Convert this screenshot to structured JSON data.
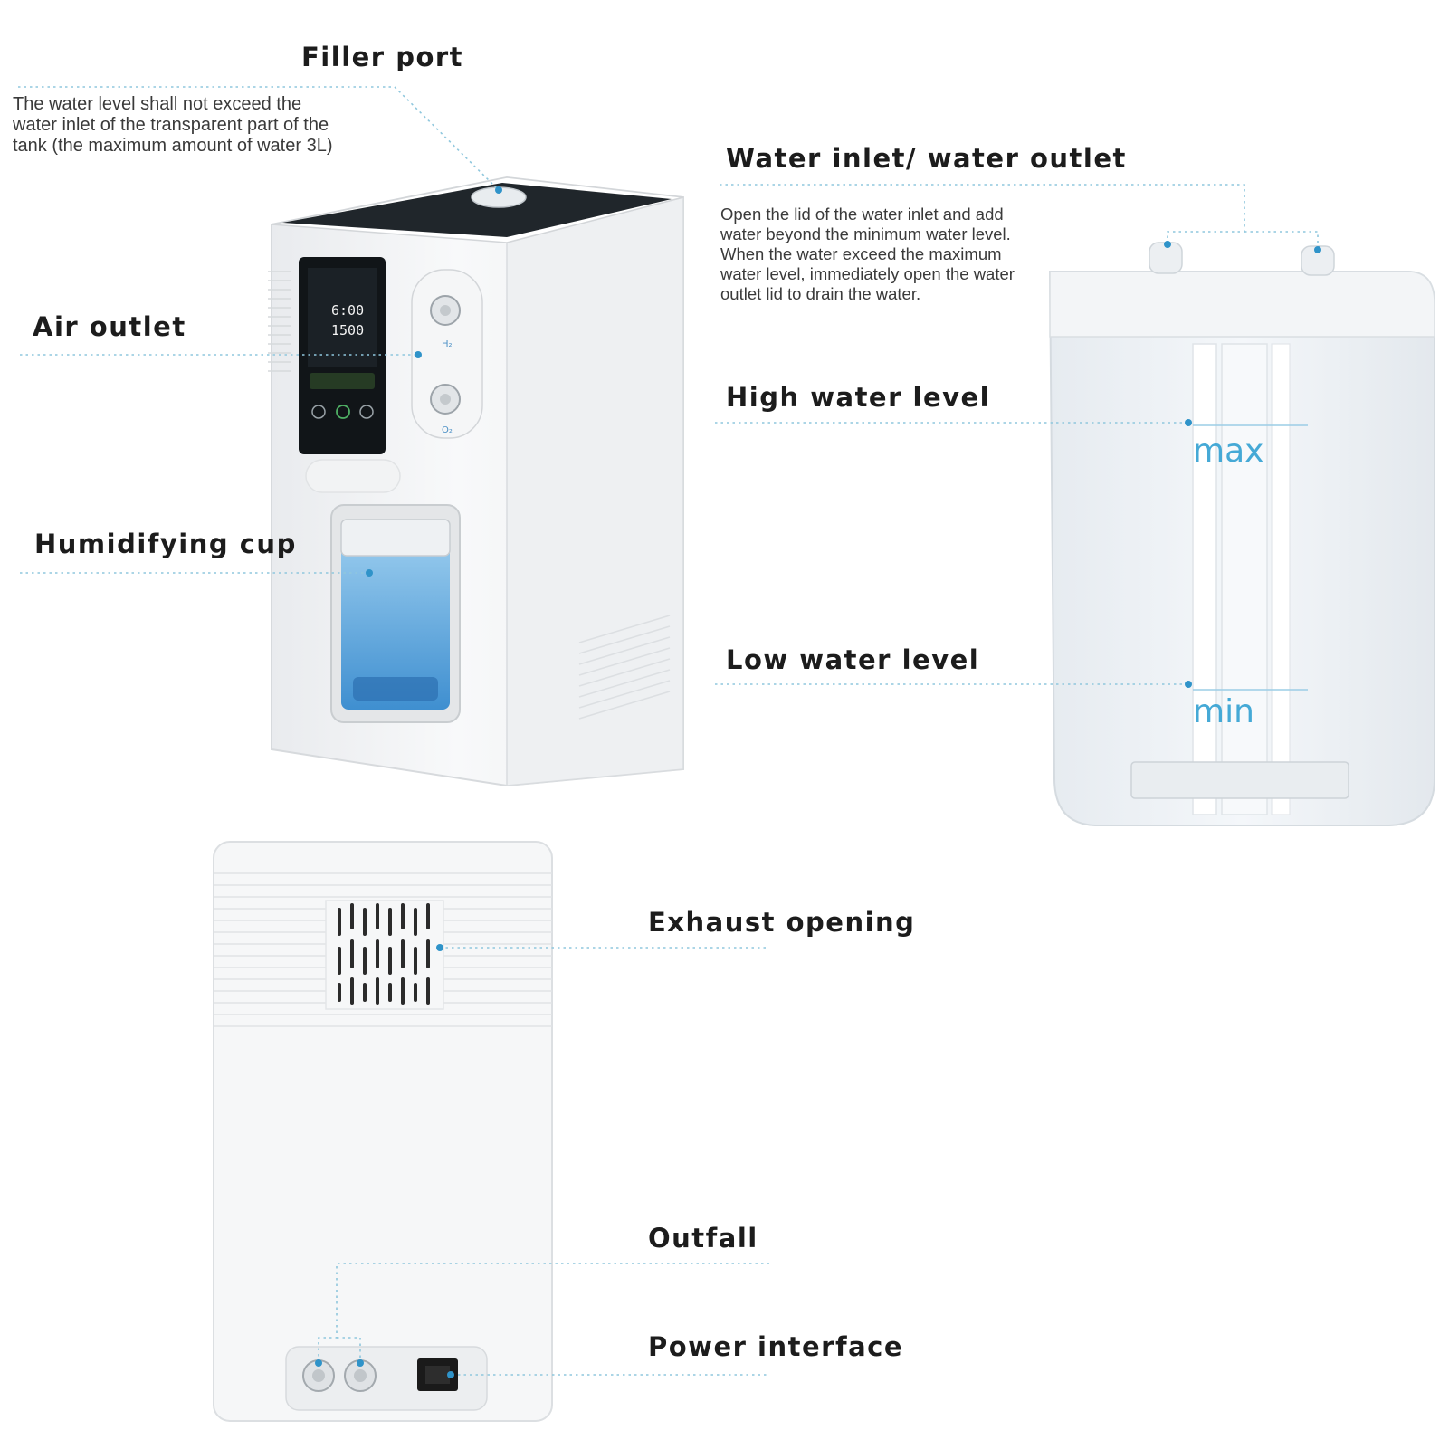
{
  "callouts": {
    "filler_port": {
      "title": "Filler port",
      "description": "The water level shall not exceed the\nwater inlet of the transparent part of the\ntank (the maximum amount of water 3L)"
    },
    "water_inlet_outlet": {
      "title": "Water inlet/ water outlet",
      "description": "Open the lid of the water inlet and add\nwater beyond the minimum water level.\nWhen the water  exceed the maximum\nwater level, immediately open the water\noutlet lid to drain the water."
    },
    "air_outlet": {
      "title": "Air outlet"
    },
    "high_water_level": {
      "title": "High water level"
    },
    "humidifying_cup": {
      "title": "Humidifying cup"
    },
    "low_water_level": {
      "title": "Low water level"
    },
    "exhaust_opening": {
      "title": "Exhaust opening"
    },
    "outfall": {
      "title": "Outfall"
    },
    "power_interface": {
      "title": "Power interface"
    }
  },
  "tank_marks": {
    "max": "max",
    "min": "min"
  },
  "device_screen": {
    "time": "6:00",
    "flow": "1500"
  },
  "colors": {
    "accent_dot": "#2f93c9",
    "leader_line": "#8fc7dd",
    "level_text": "#45a9d6",
    "water": "#6fb8e6"
  }
}
